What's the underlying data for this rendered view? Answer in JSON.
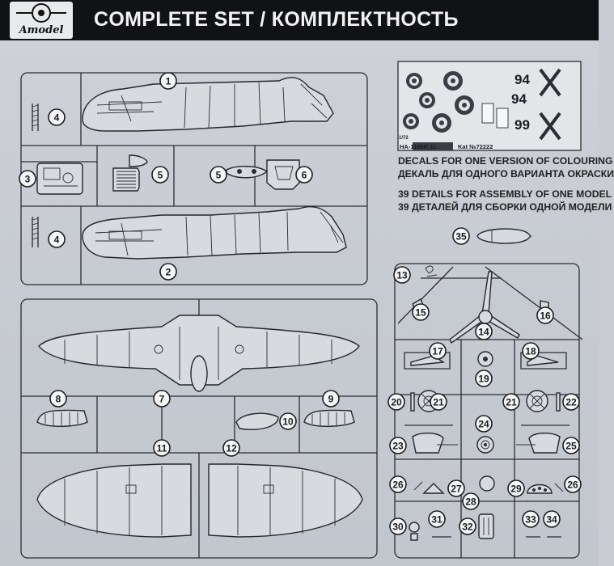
{
  "header": {
    "brand": "Amodel",
    "title": "COMPLETE SET / КОМПЛЕКТНОСТЬ"
  },
  "info": {
    "decals_en": "DECALS FOR ONE VERSION OF COLOURING",
    "decals_ru": "ДЕКАЛЬ ДЛЯ ОДНОГО ВАРИАНТА ОКРАСКИ",
    "details_en": "39 DETAILS FOR ASSEMBLY OF ONE MODEL",
    "details_ru": "39 ДЕТАЛЕЙ ДЛЯ СБОРКИ ОДНОЙ МОДЕЛИ"
  },
  "decal_sheet": {
    "model_label": "HA-1109K-1L",
    "kit_number": "Kat №72222",
    "scale": "1/72",
    "code_1": "94",
    "code_2": "94",
    "code_3": "99"
  },
  "parts": [
    {
      "id": "p1",
      "n": "1"
    },
    {
      "id": "p2",
      "n": "2"
    },
    {
      "id": "p3",
      "n": "3"
    },
    {
      "id": "p4a",
      "n": "4"
    },
    {
      "id": "p4b",
      "n": "4"
    },
    {
      "id": "p5a",
      "n": "5"
    },
    {
      "id": "p5b",
      "n": "5"
    },
    {
      "id": "p6",
      "n": "6"
    },
    {
      "id": "p7",
      "n": "7"
    },
    {
      "id": "p8",
      "n": "8"
    },
    {
      "id": "p9",
      "n": "9"
    },
    {
      "id": "p10",
      "n": "10"
    },
    {
      "id": "p11",
      "n": "11"
    },
    {
      "id": "p12",
      "n": "12"
    },
    {
      "id": "p13",
      "n": "13"
    },
    {
      "id": "p14",
      "n": "14"
    },
    {
      "id": "p15",
      "n": "15"
    },
    {
      "id": "p16",
      "n": "16"
    },
    {
      "id": "p17",
      "n": "17"
    },
    {
      "id": "p18",
      "n": "18"
    },
    {
      "id": "p19",
      "n": "19"
    },
    {
      "id": "p20",
      "n": "20"
    },
    {
      "id": "p21a",
      "n": "21"
    },
    {
      "id": "p21b",
      "n": "21"
    },
    {
      "id": "p22",
      "n": "22"
    },
    {
      "id": "p23",
      "n": "23"
    },
    {
      "id": "p24",
      "n": "24"
    },
    {
      "id": "p25",
      "n": "25"
    },
    {
      "id": "p26a",
      "n": "26"
    },
    {
      "id": "p26b",
      "n": "26"
    },
    {
      "id": "p27",
      "n": "27"
    },
    {
      "id": "p28",
      "n": "28"
    },
    {
      "id": "p29",
      "n": "29"
    },
    {
      "id": "p30",
      "n": "30"
    },
    {
      "id": "p31",
      "n": "31"
    },
    {
      "id": "p32",
      "n": "32"
    },
    {
      "id": "p33",
      "n": "33"
    },
    {
      "id": "p34",
      "n": "34"
    },
    {
      "id": "p35",
      "n": "35"
    }
  ]
}
